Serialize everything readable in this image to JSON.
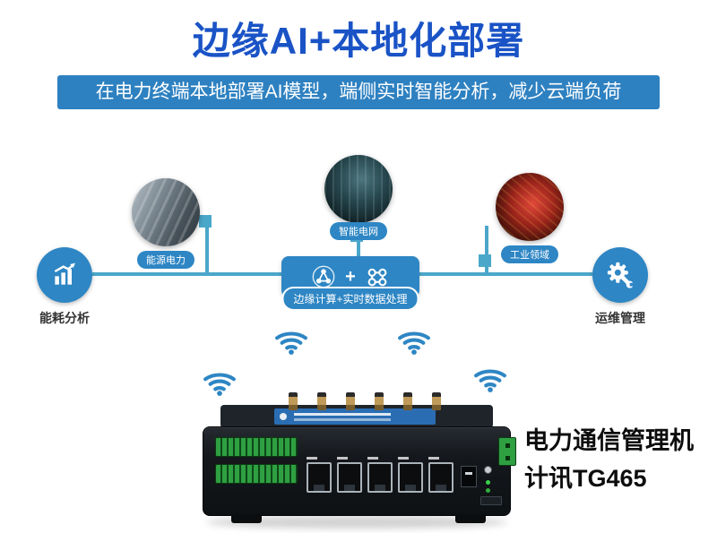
{
  "header": {
    "title": "边缘AI+本地化部署",
    "subtitle": "在电力终端本地部署AI模型，端侧实时智能分析，减少云端负荷"
  },
  "diagram": {
    "top_nodes": [
      {
        "label": "能源电力"
      },
      {
        "label": "智能电网"
      },
      {
        "label": "工业领域"
      }
    ],
    "left_node": {
      "label": "能耗分析"
    },
    "right_node": {
      "label": "运维管理"
    },
    "center_node": {
      "plus": "+",
      "label": "边缘计算+实时数据处理"
    }
  },
  "product": {
    "line1": "电力通信管理机",
    "line2": "计讯TG465"
  },
  "icons": {
    "wifi": "wifi-icon",
    "energy_analysis": "bar-chart-arrow-icon",
    "ops_management": "gear-wrench-icon",
    "edge_compute": "molecule-network-icon",
    "data_processing": "data-nodes-icon"
  },
  "colors": {
    "title_blue": "#1a53c6",
    "banner_blue": "#2e81c1",
    "node_blue": "#2e86c4",
    "connector_teal": "#4ba7c9",
    "product_text": "#0d0d0d"
  }
}
